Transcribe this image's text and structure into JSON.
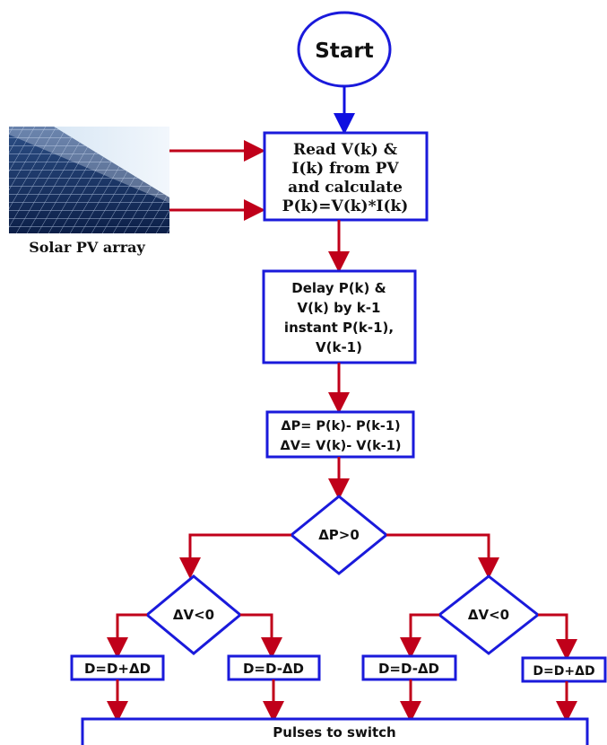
{
  "start": "Start",
  "pv_image_label": "Solar PV array",
  "read_box": [
    "Read V(k) &",
    "I(k) from PV",
    "and calculate",
    "P(k)=V(k)*I(k)"
  ],
  "delay_box": [
    "Delay P(k) &",
    "V(k) by k-1",
    "instant P(k-1),",
    "V(k-1)"
  ],
  "delta_box": [
    "ΔP= P(k)- P(k-1)",
    "ΔV= V(k)- V(k-1)"
  ],
  "decision_main": "ΔP>0",
  "decision_left": "ΔV<0",
  "decision_right": "ΔV<0",
  "out1": "D=D+ΔD",
  "out2": "D=D-ΔD",
  "out3": "D=D-ΔD",
  "out4": "D=D+ΔD",
  "pulses": "Pulses to switch",
  "colors": {
    "box_border": "#1a1adb",
    "arrow_red": "#c0001a",
    "arrow_blue": "#1010e0"
  }
}
